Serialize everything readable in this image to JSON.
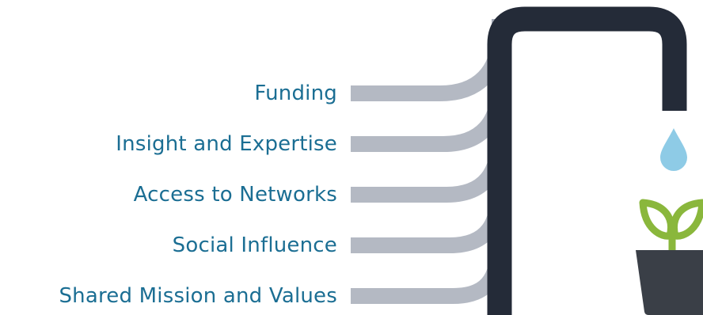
{
  "inputs": [
    {
      "label": "Funding"
    },
    {
      "label": "Insight and Expertise"
    },
    {
      "label": "Access to Networks"
    },
    {
      "label": "Social Influence"
    },
    {
      "label": "Shared Mission and Values"
    }
  ],
  "colors": {
    "label_text": "#1b6e93",
    "stream": "#a7adb8",
    "pipe": "#242b38",
    "water_drop": "#8ecbe6",
    "plant_leaf": "#8ab73c",
    "pot": "#3a3f47"
  },
  "icons": [
    "faucet-pipe-icon",
    "water-drop-icon",
    "sprout-icon",
    "pot-icon"
  ]
}
